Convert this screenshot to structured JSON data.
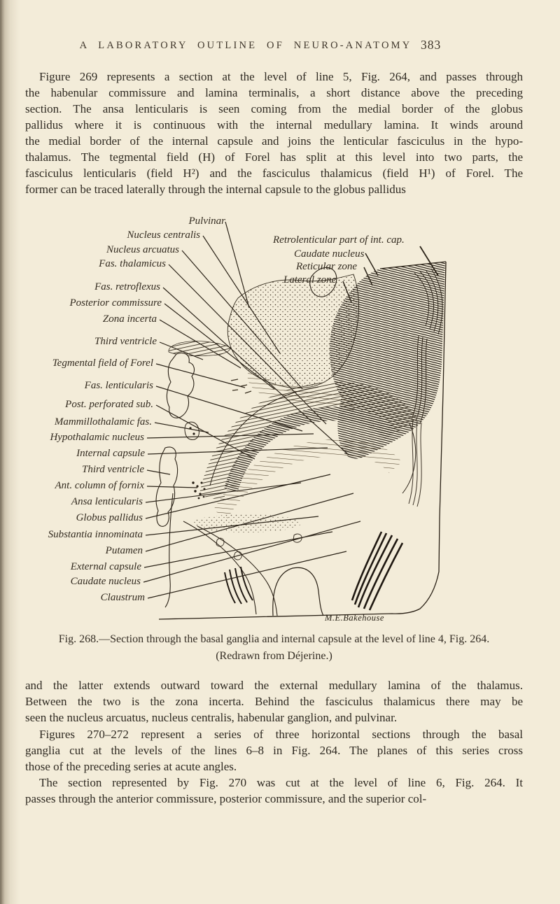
{
  "colors": {
    "paper": "#f3ecd9",
    "ink": "#2f2a22"
  },
  "header": {
    "title": "A LABORATORY OUTLINE OF NEURO-ANATOMY",
    "page_number": "383"
  },
  "paragraphs": [
    {
      "lines": [
        "Figure 269 represents a section at the level of line 5, Fig. 264, and passes through",
        "the habenular commissure and lamina terminalis, a short distance above the preceding",
        "section.  The ansa lenticularis is seen coming from the medial border of the globus",
        "pallidus where it is continuous with the internal medullary lamina.  It winds around",
        "the medial border of the internal capsule and joins the lenticular fasciculus in the hypo-",
        "thalamus.  The tegmental field (H) of Forel has split at this level into two parts, the",
        "fasciculus lenticularis (field H²) and the fasciculus thalamicus (field H¹) of Forel.  The",
        "former can be traced laterally through the internal capsule to the globus pallidus"
      ]
    },
    {
      "lines": [
        "and the latter extends outward toward the external medullary lamina of the thalamus.",
        "Between the two is the zona incerta.  Behind the fasciculus thalamicus there may be",
        "seen the nucleus arcuatus, nucleus centralis, habenular ganglion, and pulvinar."
      ]
    },
    {
      "lines": [
        "Figures 270–272 represent a series of three horizontal sections through the basal",
        "ganglia cut at the levels of the lines 6–8 in Fig. 264.  The planes of this series cross",
        "those of the preceding series at acute angles."
      ]
    },
    {
      "lines": [
        "The section represented by Fig. 270 was cut at the level of line 6, Fig. 264.  It",
        "passes through the anterior commissure, posterior commissure, and the superior col-"
      ]
    }
  ],
  "figure": {
    "labels": [
      {
        "text": "Pulvinar"
      },
      {
        "text": "Nucleus centralis"
      },
      {
        "text": "Nucleus arcuatus"
      },
      {
        "text": "Fas. thalamicus"
      },
      {
        "text": "Fas. retroflexus"
      },
      {
        "text": "Posterior commissure"
      },
      {
        "text": "Zona incerta"
      },
      {
        "text": "Third ventricle"
      },
      {
        "text": "Tegmental field of Forel"
      },
      {
        "text": "Fas. lenticularis"
      },
      {
        "text": "Post. perforated sub."
      },
      {
        "text": "Mammillothalamic fas."
      },
      {
        "text": "Hypothalamic nucleus"
      },
      {
        "text": "Internal capsule"
      },
      {
        "text": "Third ventricle"
      },
      {
        "text": "Ant. column of fornix"
      },
      {
        "text": "Ansa lenticularis"
      },
      {
        "text": "Globus pallidus"
      },
      {
        "text": "Substantia innominata"
      },
      {
        "text": "Putamen"
      },
      {
        "text": "External capsule"
      },
      {
        "text": "Caudate nucleus"
      },
      {
        "text": "Claustrum"
      },
      {
        "text": "Retrolenticular part of int. cap."
      },
      {
        "text": "Caudate nucleus"
      },
      {
        "text": "Reticular zone"
      },
      {
        "text": "Lateral zone"
      }
    ],
    "signature": "M.E.Bakehouse",
    "caption": {
      "line1": "Fig. 268.—Section through the basal ganglia and internal capsule at the level of line 4, Fig. 264.",
      "line2": "(Redrawn from Déjerine.)"
    }
  }
}
